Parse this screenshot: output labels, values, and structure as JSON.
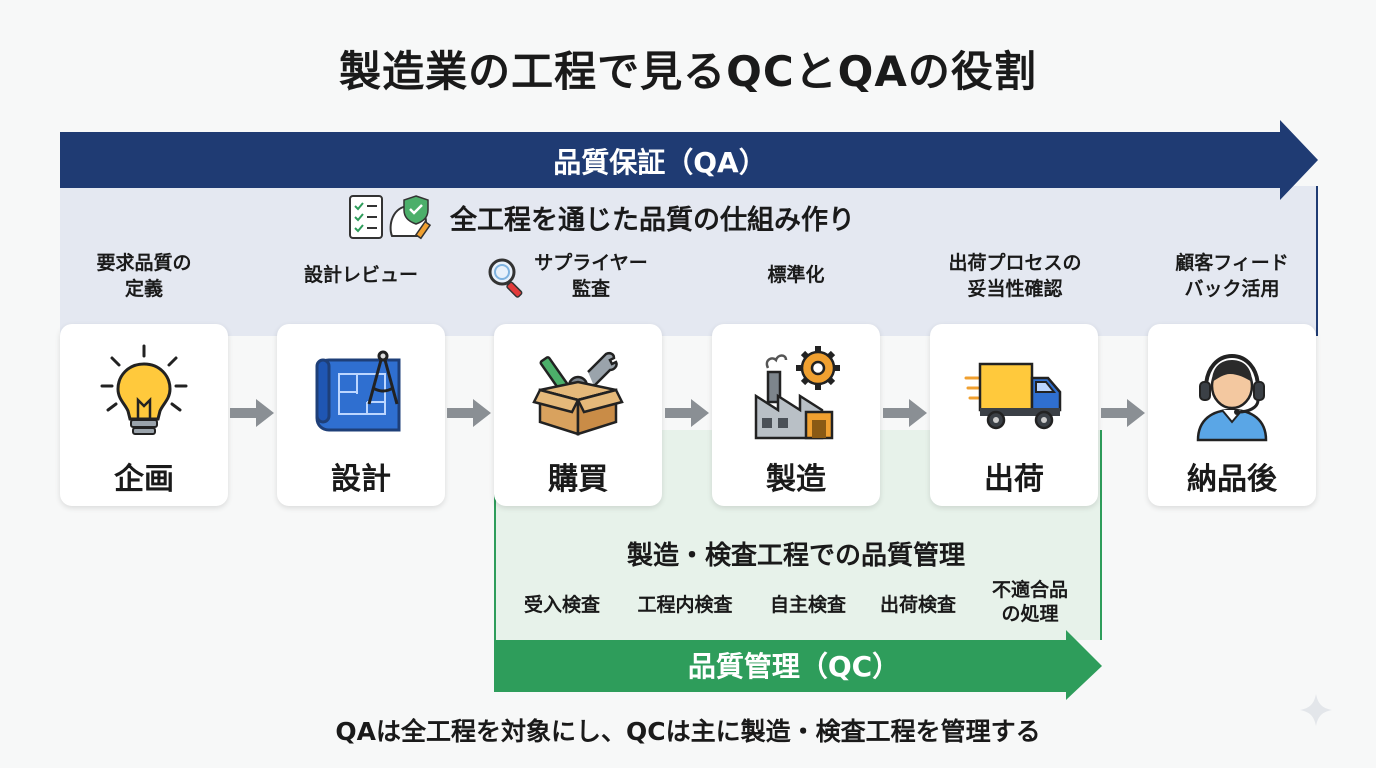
{
  "title": "製造業の工程で見るQCとQAの役割",
  "qa": {
    "label": "品質保証（QA）",
    "subtitle": "全工程を通じた品質の仕組み作り",
    "subtitle_icons": [
      "checklist-icon",
      "shield-check-head-icon"
    ],
    "color": "#1f3b73"
  },
  "stages": [
    {
      "name": "企画",
      "task": "要求品質の\n定義",
      "icon": "lightbulb-icon"
    },
    {
      "name": "設計",
      "task": "設計レビュー",
      "icon": "blueprint-compass-icon"
    },
    {
      "name": "購買",
      "task": "サプライヤー\n監査",
      "icon": "parts-box-icon"
    },
    {
      "name": "製造",
      "task": "標準化",
      "icon": "factory-gear-icon"
    },
    {
      "name": "出荷",
      "task": "出荷プロセスの\n妥当性確認",
      "icon": "delivery-truck-icon"
    },
    {
      "name": "納品後",
      "task": "顧客フィード\nバック活用",
      "icon": "headset-support-icon"
    }
  ],
  "qc": {
    "label": "品質管理（QC）",
    "heading": "製造・検査工程での品質管理",
    "items": [
      "受入検査",
      "工程内検査",
      "自主検査",
      "出荷検査",
      "不適合品\nの処理"
    ],
    "color": "#2e9d5b"
  },
  "footer": "QAは全工程を対象にし、QCは主に製造・検査工程を管理する"
}
